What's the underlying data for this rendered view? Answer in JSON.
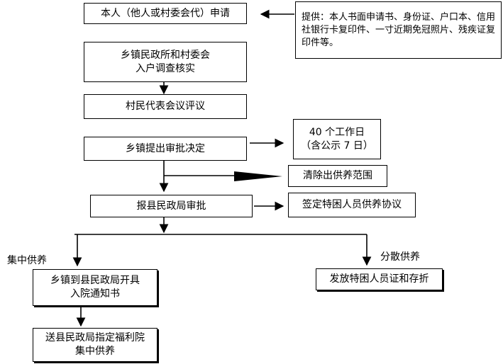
{
  "flow": {
    "apply": "本人（他人或村委会代）申请",
    "materials": "提供：本人书面申请书、身份证、户口本、信用社银行卡复印件、一寸近期免冠照片、残疾证复印件等。",
    "investigate_l1": "乡镇民政所和村委会",
    "investigate_l2": "入户调查核实",
    "review": "村民代表会议评议",
    "propose": "乡镇提出审批决定",
    "deadline_l1": "40 个工作日",
    "deadline_l2": "（含公示 7 日）",
    "exclude": "清除出供养范围",
    "county": "报县民政局审批",
    "agreement": "签定特困人员供养协议",
    "centralized_label": "集中供养",
    "dispersed_label": "分散供养",
    "notice_l1": "乡镇到县民政局开具",
    "notice_l2": "入院通知书",
    "certificate": "发放特困人员证和存折",
    "welfare_l1": "送县民政局指定福利院",
    "welfare_l2": "集中供养"
  }
}
